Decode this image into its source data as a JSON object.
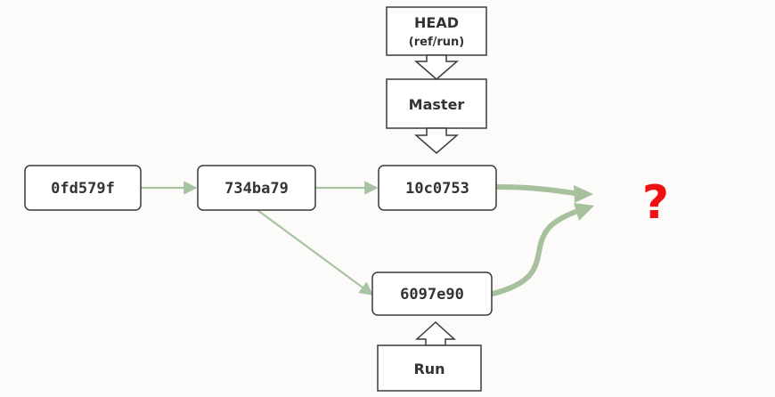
{
  "commits": [
    {
      "id": "c1",
      "label": "0fd579f"
    },
    {
      "id": "c2",
      "label": "734ba79"
    },
    {
      "id": "c3",
      "label": "10c0753"
    },
    {
      "id": "c4",
      "label": "6097e90"
    }
  ],
  "refs": {
    "head": {
      "line1": "HEAD",
      "line2": "(ref/run)"
    },
    "master": {
      "label": "Master"
    },
    "run": {
      "label": "Run"
    }
  },
  "unknown": {
    "symbol": "?"
  },
  "colors": {
    "edge": "#a8c3a2",
    "edge_thick": "#a7c09d",
    "question": "#ee1111",
    "border": "#3a3a3a",
    "text": "#333333"
  }
}
